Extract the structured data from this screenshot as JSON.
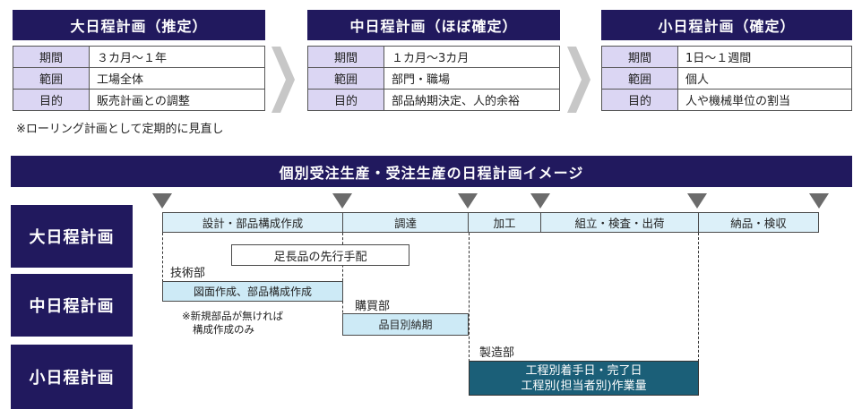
{
  "panels": [
    {
      "title": "大日程計画（推定）",
      "rows": [
        {
          "key": "期間",
          "value": "３カ月～１年"
        },
        {
          "key": "範囲",
          "value": "工場全体"
        },
        {
          "key": "目的",
          "value": "販売計画との調整"
        }
      ]
    },
    {
      "title": "中日程計画（ほぼ確定）",
      "rows": [
        {
          "key": "期間",
          "value": "１カ月～3カ月"
        },
        {
          "key": "範囲",
          "value": "部門・職場"
        },
        {
          "key": "目的",
          "value": "部品納期決定、人的余裕"
        }
      ]
    },
    {
      "title": "小日程計画（確定）",
      "rows": [
        {
          "key": "期間",
          "value": "1日～１週間"
        },
        {
          "key": "範囲",
          "value": "個人"
        },
        {
          "key": "目的",
          "value": "人や機械単位の割当"
        }
      ]
    }
  ],
  "rolling_note": "※ローリング計画として定期的に見直し",
  "banner_title": "個別受注生産・受注生産の日程計画イメージ",
  "row_labels": [
    "大日程計画",
    "中日程計画",
    "小日程計画"
  ],
  "phases": [
    "設計・部品構成作成",
    "調達",
    "加工",
    "組立・検査・出荷",
    "納品・検収"
  ],
  "bars": {
    "advance": "足長品の先行手配",
    "tech_dept": "技術部",
    "drawing": "図面作成、部品構成作成",
    "drawing_note_1": "※新規部品が無ければ",
    "drawing_note_2": "構成作成のみ",
    "purchase_dept": "購買部",
    "item_delivery": "品目別納期",
    "mfg_dept": "製造部",
    "process_1": "工程別着手日・完了日",
    "process_2": "工程別(担当者別)作業量"
  },
  "colors": {
    "navy": "#21195e",
    "key_cell": "#dbd6f3",
    "phase_fill": "#dcf0f9",
    "dark_bar": "#1b5f78",
    "marker": "#6b6b6b"
  },
  "icons": {
    "marker": "triangle-down-icon",
    "arrow": "chevron-right-icon"
  }
}
